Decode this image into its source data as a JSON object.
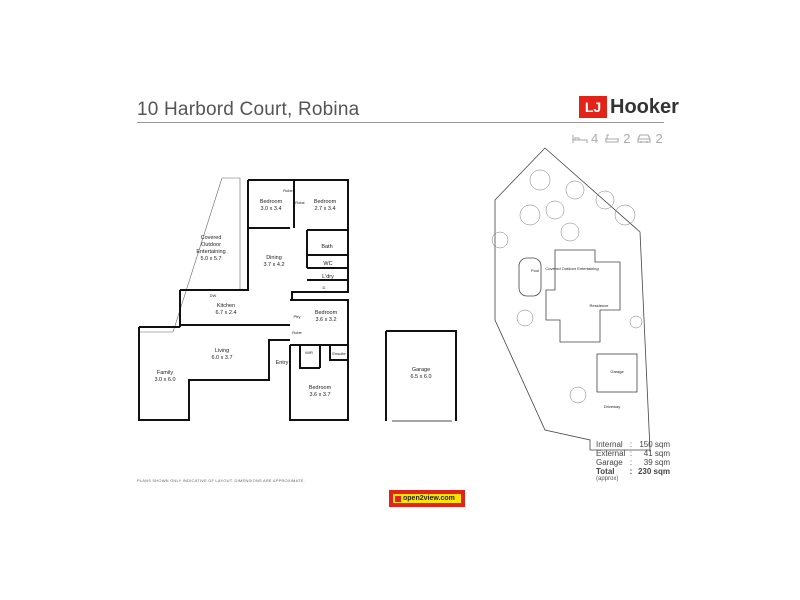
{
  "header": {
    "title": "10 Harbord Court, Robina",
    "logo_text": "Hooker",
    "logo_initials": "LJ"
  },
  "features": {
    "beds": "4",
    "baths": "2",
    "cars": "2",
    "icons": [
      "bed-icon",
      "bath-icon",
      "car-icon"
    ]
  },
  "rooms": {
    "bedroom1": {
      "name": "Bedroom",
      "size": "3.0 x 3.4"
    },
    "bedroom2": {
      "name": "Bedroom",
      "size": "2.7 x 3.4"
    },
    "outdoor": {
      "name1": "Covered",
      "name2": "Outdoor",
      "name3": "Entertaining",
      "size": "5.0 x 5.7"
    },
    "dining": {
      "name": "Dining",
      "size": "3.7 x 4.2"
    },
    "bath": {
      "name": "Bath"
    },
    "wc": {
      "name": "WC"
    },
    "laundry": {
      "name": "L'dry"
    },
    "robe1": {
      "name": "Robe"
    },
    "robe2": {
      "name": "Robe"
    },
    "kitchen": {
      "name": "Kitchen",
      "size": "6.7 x 2.4"
    },
    "bedroom3": {
      "name": "Bedroom",
      "size": "3.6 x 3.2"
    },
    "pntry": {
      "name": "Ptry"
    },
    "robe3": {
      "name": "Robe"
    },
    "living": {
      "name": "Living",
      "size": "6.0 x 3.7"
    },
    "family": {
      "name": "Family",
      "size": "3.0 x 6.0"
    },
    "entry": {
      "name": "Entry"
    },
    "wir": {
      "name": "WIR"
    },
    "ensuite": {
      "name": "Ensuite"
    },
    "bedroom4": {
      "name": "Bedroom",
      "size": "3.6 x 3.7"
    },
    "garage": {
      "name": "Garage",
      "size": "6.5 x 6.0"
    },
    "dw": "DW",
    "d": "D"
  },
  "site": {
    "pool": "Pool",
    "outdoor": "Covered Outdoor Entertaining",
    "residence": "Residence",
    "garage": "Garage",
    "driveway": "Driveway"
  },
  "areas": {
    "internal_label": "Internal",
    "internal_value": "150 sqm",
    "external_label": "External",
    "external_value": "41 sqm",
    "garage_label": "Garage",
    "garage_value": "39 sqm",
    "total_label": "Total",
    "total_value": "230 sqm",
    "approx": "(approx)",
    "sep": ":"
  },
  "disclaimer": "PLANS SHOWN ONLY INDICATIVE OF LAYOUT. DIMENSIONS ARE APPROXIMATE.",
  "open2view": "open2view.com",
  "colors": {
    "brand_red": "#e2231a",
    "o2v_yellow": "#ffe400"
  }
}
